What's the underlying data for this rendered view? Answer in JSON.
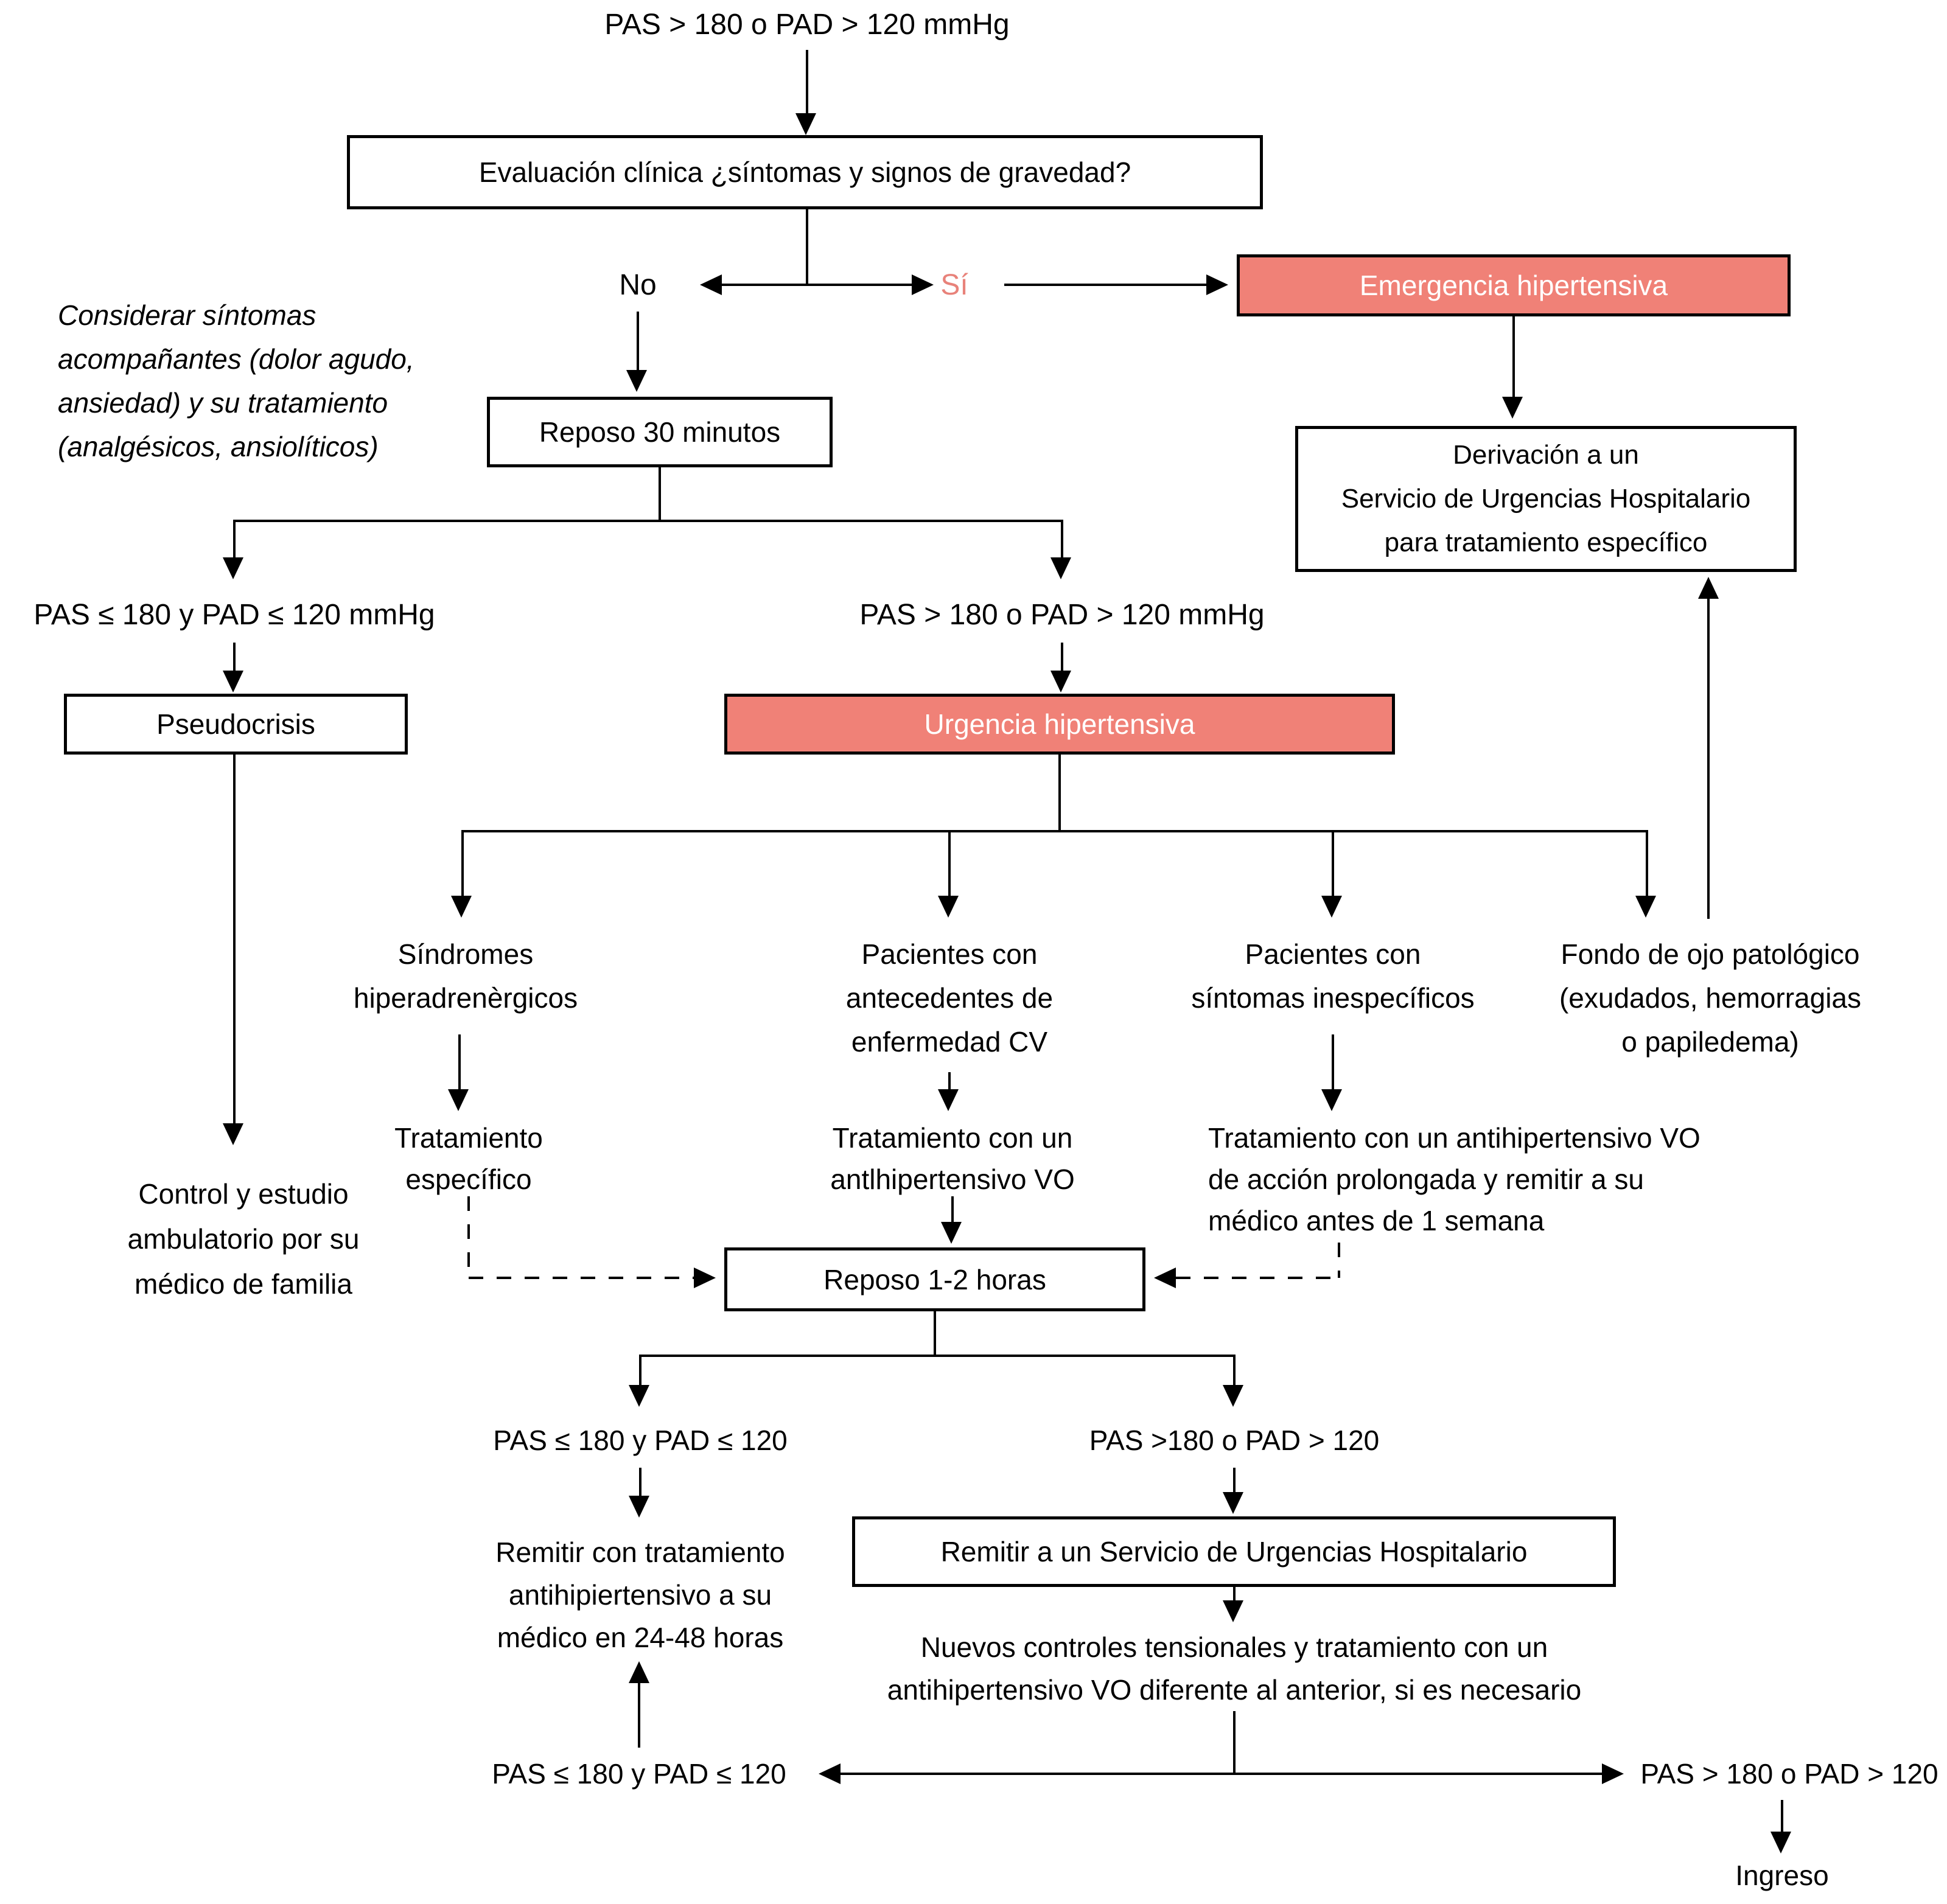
{
  "colors": {
    "highlight_fill": "#f08177",
    "highlight_text": "#ffffff",
    "yes_label_color": "#e8827a",
    "line_color": "#000000"
  },
  "flow": {
    "start": "PAS > 180 o PAD > 120 mmHg",
    "evaluation": "Evaluación clínica ¿síntomas y signos de gravedad?",
    "no": "No",
    "yes": "Sí",
    "note": [
      "Considerar síntomas",
      "acompañantes (dolor agudo,",
      "ansiedad) y su tratamiento",
      "(analgésicos, ansiolíticos)"
    ],
    "emergency": "Emergencia hipertensiva",
    "derivation": [
      "Derivación a un",
      "Servicio de Urgencias Hospitalario",
      "para tratamiento específico"
    ],
    "rest30": "Reposo 30 minutos",
    "low_bp_mmhg": "PAS ≤ 180 y PAD ≤ 120 mmHg",
    "high_bp_mmhg": "PAS > 180 o PAD > 120 mmHg",
    "pseudocrisis": "Pseudocrisis",
    "urgency": "Urgencia hipertensiva",
    "branch_hyperadrenergic": [
      "Síndromes",
      "hiperadrenèrgicos"
    ],
    "branch_cv_history": [
      "Pacientes con",
      "antecedentes de",
      "enfermedad CV"
    ],
    "branch_nonspecific": [
      "Pacientes con",
      "síntomas inespecíficos"
    ],
    "branch_fundus": [
      "Fondo de ojo patológico",
      "(exudados, hemorragias",
      "o papiledema)"
    ],
    "ambulatory_control": [
      "Control y estudio",
      "ambulatorio por su",
      "médico de familia"
    ],
    "specific_treatment": [
      "Tratamiento",
      "específico"
    ],
    "oral_treatment": [
      "Tratamiento con un",
      "antlhipertensivo VO"
    ],
    "prolonged_treatment": [
      "Tratamiento con un antihipertensivo VO",
      "de acción prolongada y remitir a su",
      "médico antes de 1 semana"
    ],
    "rest12": "Reposo 1-2 horas",
    "low_bp": "PAS ≤ 180 y PAD ≤ 120",
    "high_bp_tight": "PAS >180 o PAD > 120",
    "remit_home": [
      "Remitir con tratamiento",
      "antihipiertensivo a su",
      "médico en 24-48 horas"
    ],
    "remit_hospital": "Remitir a un Servicio de Urgencias Hospitalario",
    "new_controls": [
      "Nuevos controles tensionales y tratamiento con un",
      "antihipertensivo VO diferente al anterior, si es necesario"
    ],
    "low_bp2": "PAS ≤ 180 y PAD ≤ 120",
    "high_bp2": "PAS > 180 o PAD > 120",
    "admission": "Ingreso"
  }
}
